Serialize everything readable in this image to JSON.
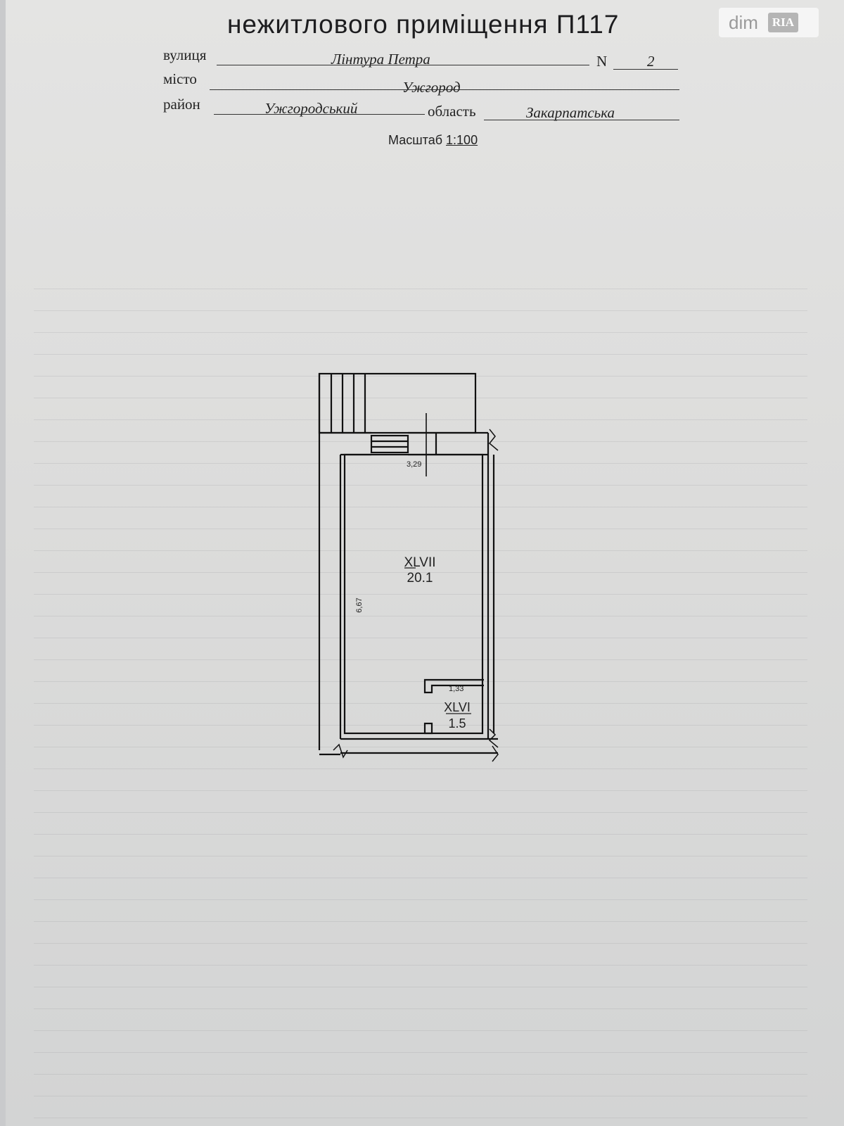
{
  "document": {
    "title": "нежитлового приміщення П117",
    "fields": {
      "street_label": "вулиця",
      "street_value": "Лінтура Петра",
      "number_label": "N",
      "number_value": "2",
      "city_label": "місто",
      "city_value": "Ужгород",
      "district_label": "район",
      "district_value": "Ужгородський",
      "region_label": "область",
      "region_value": "Закарпатська"
    },
    "scale_label": "Масштаб",
    "scale_value": "1:100"
  },
  "plan": {
    "room_main": {
      "id": "XLVII",
      "area": "20.1"
    },
    "room_small": {
      "id": "XLVI",
      "area": "1.5"
    },
    "dim_width": "3,29",
    "dim_length": "6,67",
    "dim_small": "1,33"
  },
  "watermark": {
    "brand": "dim",
    "ria": "RIA"
  }
}
